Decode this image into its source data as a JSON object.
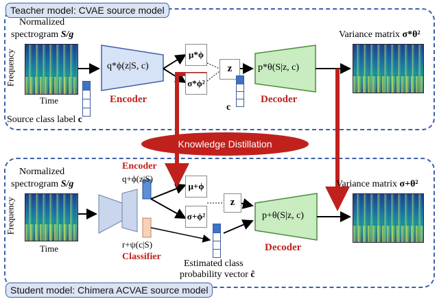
{
  "teacher": {
    "title": "Teacher model: CVAE source model",
    "input_label_line1": "Normalized",
    "input_label_line2": "spectrogram",
    "input_symbol": "S/g",
    "axis_y": "Frequency",
    "axis_x": "Time",
    "source_label": "Source class label",
    "source_symbol": "c",
    "encoder_formula": "q*ϕ(z|S, c)",
    "encoder_label": "Encoder",
    "mu_symbol": "μ*ϕ",
    "sigma_symbol": "σ*ϕ²",
    "z_symbol": "z",
    "c_symbol": "c",
    "decoder_formula": "p*θ(S|z, c)",
    "decoder_label": "Decoder",
    "output_label": "Variance matrix",
    "output_symbol": "σ*θ²"
  },
  "distillation": {
    "label": "Knowledge Distillation",
    "color": "#c0211d"
  },
  "student": {
    "title": "Student model: Chimera ACVAE source model",
    "input_label_line1": "Normalized",
    "input_label_line2": "spectrogram",
    "input_symbol": "S/g",
    "axis_y": "Frequency",
    "axis_x": "Time",
    "encoder_label": "Encoder",
    "encoder_formula": "q+ϕ(z|S)",
    "classifier_formula": "r+ψ(c|S)",
    "classifier_label": "Classifier",
    "mu_symbol": "μ+ϕ",
    "sigma_symbol": "σ+ϕ²",
    "z_symbol": "z",
    "decoder_formula": "p+θ(S|z, c)",
    "decoder_label": "Decoder",
    "output_label": "Variance matrix",
    "output_symbol": "σ+θ²",
    "estimated_line1": "Estimated class",
    "estimated_line2": "probability vector",
    "estimated_symbol": "ĉ"
  },
  "colors": {
    "panel_border": "#3b5fa8",
    "tag_fill": "#dbe4f3",
    "encoder_fill": "#d6e2f5",
    "decoder_fill": "#c9ecc0",
    "classifier_fill": "#f8d2b8",
    "arrow_red": "#c0211d"
  }
}
